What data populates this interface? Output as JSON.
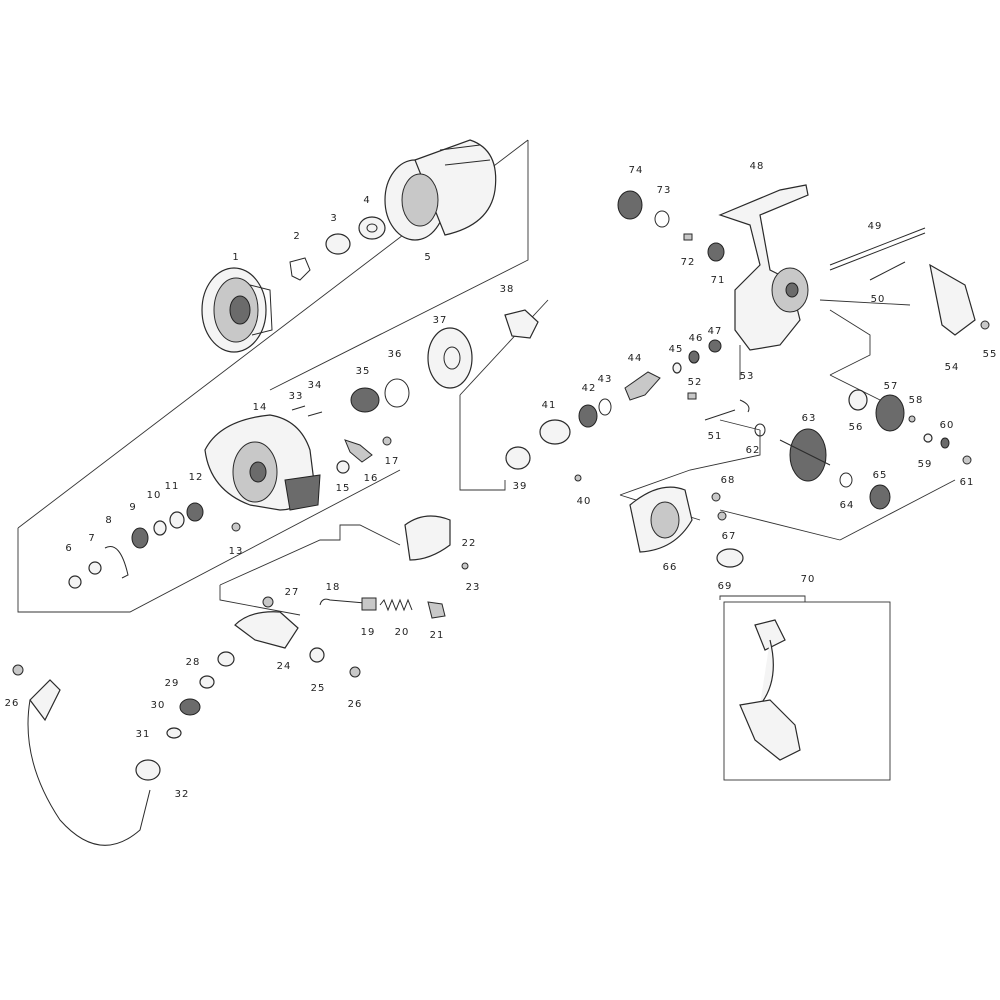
{
  "labels": {
    "p1": "1",
    "p2": "2",
    "p3": "3",
    "p4": "4",
    "p5": "5",
    "p6": "6",
    "p7": "7",
    "p8": "8",
    "p9": "9",
    "p10": "10",
    "p11": "11",
    "p12": "12",
    "p13": "13",
    "p14": "14",
    "p15": "15",
    "p16": "16",
    "p17": "17",
    "p18": "18",
    "p19": "19",
    "p20": "20",
    "p21": "21",
    "p22": "22",
    "p23": "23",
    "p24": "24",
    "p25": "25",
    "p26a": "26",
    "p26b": "26",
    "p27": "27",
    "p28": "28",
    "p29": "29",
    "p30": "30",
    "p31": "31",
    "p32": "32",
    "p33": "33",
    "p34": "34",
    "p35": "35",
    "p36": "36",
    "p37": "37",
    "p38": "38",
    "p39": "39",
    "p40": "40",
    "p41": "41",
    "p42": "42",
    "p43": "43",
    "p44": "44",
    "p45": "45",
    "p46": "46",
    "p47": "47",
    "p48": "48",
    "p49": "49",
    "p50": "50",
    "p51": "51",
    "p52": "52",
    "p53": "53",
    "p54": "54",
    "p55": "55",
    "p56": "56",
    "p57": "57",
    "p58": "58",
    "p59": "59",
    "p60": "60",
    "p61": "61",
    "p62": "62",
    "p63": "63",
    "p64": "64",
    "p65": "65",
    "p66": "66",
    "p67": "67",
    "p68": "68",
    "p69": "69",
    "p70": "70",
    "p71": "71",
    "p72": "72",
    "p73": "73",
    "p74": "74"
  }
}
